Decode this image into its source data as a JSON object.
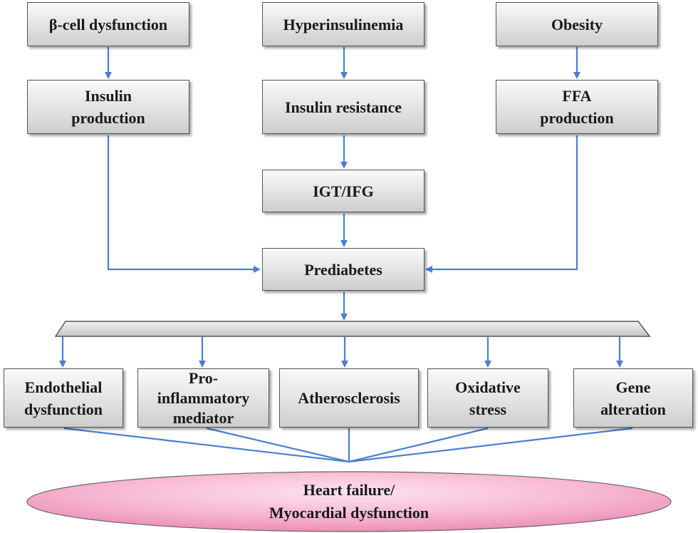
{
  "colors": {
    "arrow": "#4a7fd0",
    "box_border": "#555555",
    "ellipse_fill": "#f6a8c8",
    "bar_fill": "#d8d8d8"
  },
  "nodes": {
    "beta_cell_dysfunction": "β-cell dysfunction",
    "hyperinsulinemia": "Hyperinsulinemia",
    "obesity": "Obesity",
    "insulin_production_line1": "Insulin",
    "insulin_production_line2": "production",
    "insulin_resistance": "Insulin resistance",
    "ffa_production_line1": "FFA",
    "ffa_production_line2": "production",
    "igt_ifg": "IGT/IFG",
    "prediabetes": "Prediabetes",
    "endothelial_line1": "Endothelial",
    "endothelial_line2": "dysfunction",
    "pro_inflammatory_line1": "Pro-",
    "pro_inflammatory_line2": "inflammatory",
    "pro_inflammatory_line3": "mediator",
    "atherosclerosis": "Atherosclerosis",
    "oxidative_line1": "Oxidative",
    "oxidative_line2": "stress",
    "gene_line1": "Gene",
    "gene_line2": "alteration",
    "heart_failure_line1": "Heart failure/",
    "heart_failure_line2": "Myocardial dysfunction"
  }
}
